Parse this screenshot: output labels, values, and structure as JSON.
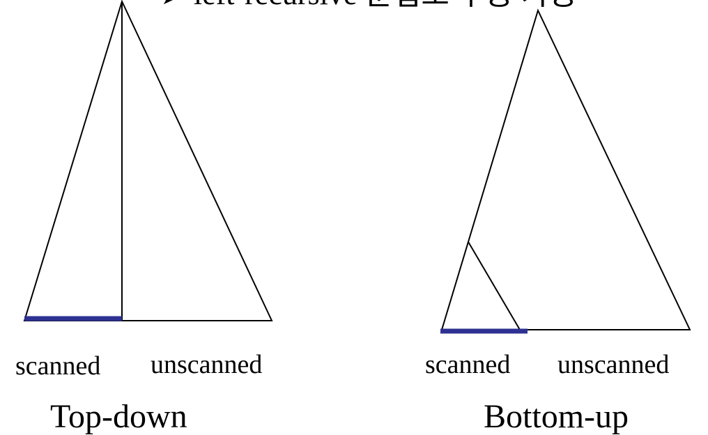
{
  "header": {
    "text": "➤ left-recursive 문법도 수용 가능"
  },
  "diagrams": {
    "top_down": {
      "scanned_label": "scanned",
      "unscanned_label": "unscanned",
      "caption": "Top-down"
    },
    "bottom_up": {
      "scanned_label": "scanned",
      "unscanned_label": "unscanned",
      "caption": "Bottom-up"
    }
  },
  "colors": {
    "stroke": "#000000",
    "scanned_bar": "#2e3192",
    "background": "#ffffff"
  }
}
